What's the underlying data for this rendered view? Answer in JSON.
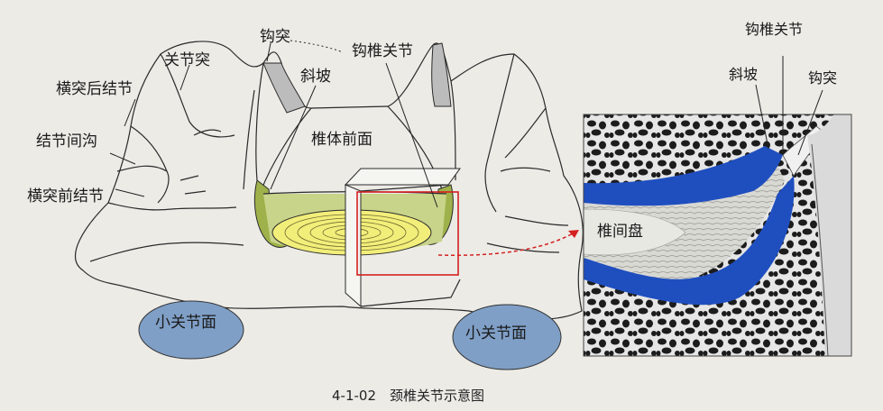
{
  "labels": {
    "guanjietu": "关节突",
    "hengtuhoujiejie": "横突后结节",
    "jiejiejiangou": "结节间沟",
    "hengtuqianjiejie": "横突前结节",
    "goutu_left": "钩突",
    "xiepo_left": "斜坡",
    "gouzhuiguanjie_left": "钩椎关节",
    "zhuitiqianmian": "椎体前面",
    "xiaoguanjiemian_left": "小关节面",
    "xiaoguanjiemian_right": "小关节面",
    "gouzhuiguanjie_right": "钩椎关节",
    "xiepo_right": "斜坡",
    "goutu_right": "钩突",
    "zhuijianpan": "椎间盘"
  },
  "caption": "4-1-02　颈椎关节示意图",
  "colors": {
    "facet_blue": "#7f9fc6",
    "disc_yellow": "#f2ee7a",
    "uncinate_green": "#9eb14a",
    "cartilage_blue": "#1f4fbf",
    "highlight_red": "#d42020"
  }
}
